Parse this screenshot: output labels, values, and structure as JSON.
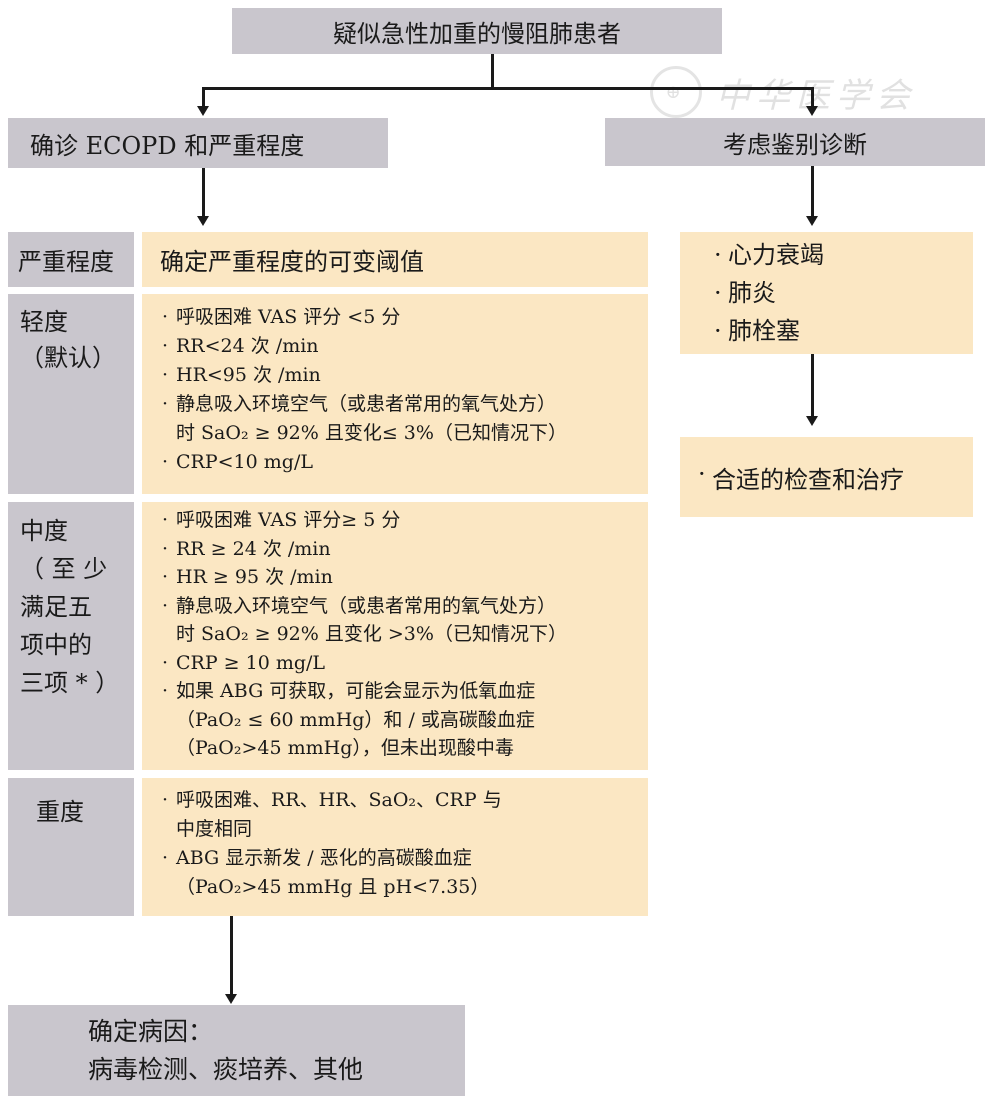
{
  "top": {
    "title": "疑似急性加重的慢阻肺患者"
  },
  "left_header": "确诊 ECOPD 和严重程度",
  "right_header": "考虑鉴别诊断",
  "watermark": "中华医学会",
  "severity_table": {
    "col1_header": "严重程度",
    "col2_header": "确定严重程度的可变阈值",
    "rows": [
      {
        "label": "轻度\n（默认）",
        "items": [
          "呼吸困难 VAS 评分 <5 分",
          "RR<24 次 /min",
          "HR<95 次 /min",
          "静息吸入环境空气（或患者常用的氧气处方）\n时 SaO₂ ≥ 92% 且变化≤ 3%（已知情况下）",
          "CRP<10 mg/L"
        ]
      },
      {
        "label": "中度\n（ 至 少\n满足五\n项中的\n三项 * ）",
        "items": [
          "呼吸困难 VAS 评分≥ 5 分",
          "RR ≥ 24 次 /min",
          "HR ≥ 95 次 /min",
          "静息吸入环境空气（或患者常用的氧气处方）\n时 SaO₂ ≥ 92% 且变化 >3%（已知情况下）",
          "CRP ≥ 10 mg/L",
          "如果 ABG 可获取，可能会显示为低氧血症\n（PaO₂ ≤ 60 mmHg）和 / 或高碳酸血症\n（PaO₂>45 mmHg），但未出现酸中毒"
        ]
      },
      {
        "label": "重度",
        "items": [
          "呼吸困难、RR、HR、SaO₂、CRP 与\n中度相同",
          "ABG 显示新发 / 恶化的高碳酸血症\n（PaO₂>45 mmHg 且 pH<7.35）"
        ]
      }
    ]
  },
  "differential": {
    "items": [
      "心力衰竭",
      "肺炎",
      "肺栓塞"
    ]
  },
  "next_step": {
    "item": "合适的检查和治疗"
  },
  "etiology": {
    "line1": "确定病因：",
    "line2": "病毒检测、痰培养、其他"
  },
  "colors": {
    "gray": "#c9c6cd",
    "tan": "#fbe7c3",
    "line": "#1a1a1a"
  }
}
